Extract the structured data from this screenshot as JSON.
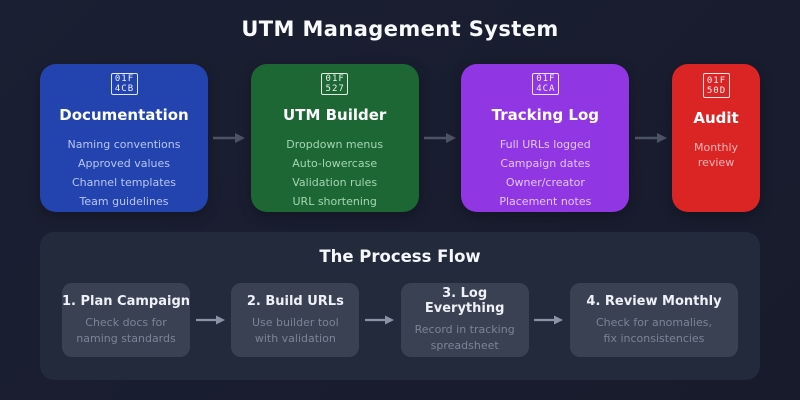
{
  "page": {
    "title": "UTM Management System",
    "background": "#181c2e"
  },
  "stage_arrow_color": "#4c5365",
  "stages": [
    {
      "name": "Documentation",
      "icon": "clipboard-icon",
      "glyph_row1": "01F",
      "glyph_row2": "4CB",
      "color": "#2343ae",
      "item_color": "#b9c7f2",
      "items": [
        "Naming conventions",
        "Approved values",
        "Channel templates",
        "Team guidelines"
      ]
    },
    {
      "name": "UTM Builder",
      "icon": "wrench-icon",
      "glyph_row1": "01F",
      "glyph_row2": "527",
      "color": "#1c6734",
      "item_color": "#a5d6b2",
      "items": [
        "Dropdown menus",
        "Auto-lowercase",
        "Validation rules",
        "URL shortening"
      ]
    },
    {
      "name": "Tracking Log",
      "icon": "bar-chart-icon",
      "glyph_row1": "01F",
      "glyph_row2": "4CA",
      "color": "#9136e3",
      "item_color": "#e2c6f9",
      "items": [
        "Full URLs logged",
        "Campaign dates",
        "Owner/creator",
        "Placement notes"
      ]
    },
    {
      "name": "Audit",
      "icon": "magnifying-glass-icon",
      "glyph_row1": "01F",
      "glyph_row2": "50D",
      "color": "#db2525",
      "item_color": "#f0b6b6",
      "items": [
        "Monthly review"
      ]
    }
  ],
  "process": {
    "title": "The Process Flow",
    "panel_color": "#222a3b",
    "step_color": "#3a4153",
    "arrow_color": "#8a93a6",
    "steps": [
      {
        "title": "1. Plan Campaign",
        "desc": "Check docs for naming standards"
      },
      {
        "title": "2. Build URLs",
        "desc": "Use builder tool with validation"
      },
      {
        "title": "3. Log Everything",
        "desc": "Record in tracking spreadsheet"
      },
      {
        "title": "4. Review Monthly",
        "desc": "Check for anomalies, fix inconsistencies"
      }
    ]
  }
}
